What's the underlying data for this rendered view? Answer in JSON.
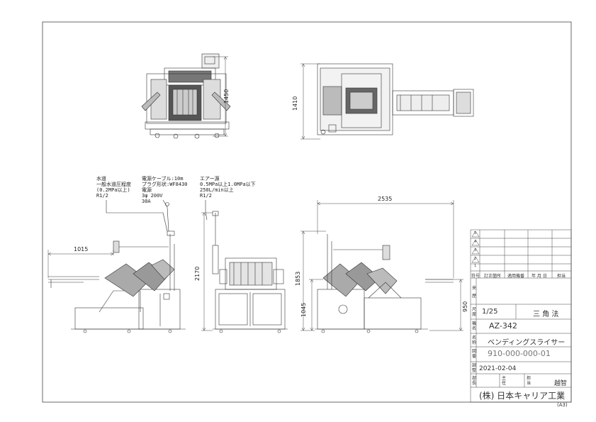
{
  "dimensions": {
    "top_height": "1450",
    "top_depth": "1410",
    "overall_width": "2535",
    "arm_reach": "1015",
    "total_height": "2170",
    "height_mid": "1853",
    "height_lower": "1045",
    "height_right": "950"
  },
  "notes": {
    "water": "水道\n一般水道圧程度\n(0.2MPa以上)\nR1/2",
    "power": "電源ケーブル:10m\nプラグ形状:WF8430\n電源\n3φ 200V\n30A",
    "air": "エアー源\n0.5MPa以上1.0MPa以下\n250L/min以上\nR1/2"
  },
  "title_block": {
    "revision_symbols": [
      "5",
      "4",
      "3",
      "2",
      "1"
    ],
    "revision_header": [
      "符号",
      "訂正箇所",
      "適用機番",
      "年 月 日",
      "担当"
    ],
    "history_label": "来\n歴",
    "scale_label": "尺\n度",
    "scale_value": "1/25",
    "projection": "三 角 法",
    "model_label": "機\n名",
    "model": "AZ-342",
    "name_label": "名\n称",
    "name": "ベンディングスライサー",
    "drawing_no_label": "図\n番",
    "drawing_no": "910-000-000-01",
    "date_label": "調\n整",
    "date": "2021-02-04",
    "dept_label": "部\n長",
    "chief_label": "主\n任",
    "charge_label": "担\n当",
    "charge_name": "越智",
    "company": "(株) 日本キャリア工業",
    "sheet_size": "(A3)"
  }
}
